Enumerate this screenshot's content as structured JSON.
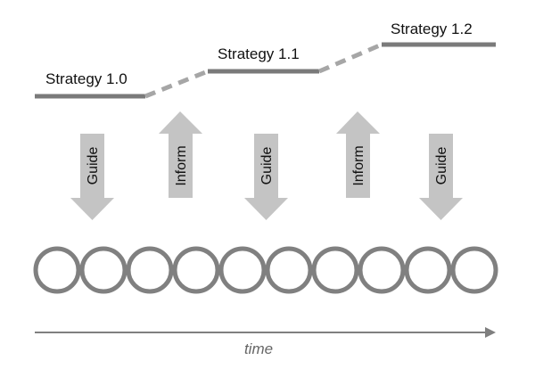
{
  "colors": {
    "line": "#7a7a7a",
    "dash": "#a6a6a6",
    "arrow_fill": "#c4c4c4",
    "circle_stroke": "#808080",
    "axis": "#7f7f7f"
  },
  "strategies": [
    {
      "label": "Strategy 1.0"
    },
    {
      "label": "Strategy 1.1"
    },
    {
      "label": "Strategy 1.2"
    }
  ],
  "arrows": [
    {
      "label": "Guide",
      "direction": "down"
    },
    {
      "label": "Inform",
      "direction": "up"
    },
    {
      "label": "Guide",
      "direction": "down"
    },
    {
      "label": "Inform",
      "direction": "up"
    },
    {
      "label": "Guide",
      "direction": "down"
    }
  ],
  "circle_count": 10,
  "axis_label": "time"
}
